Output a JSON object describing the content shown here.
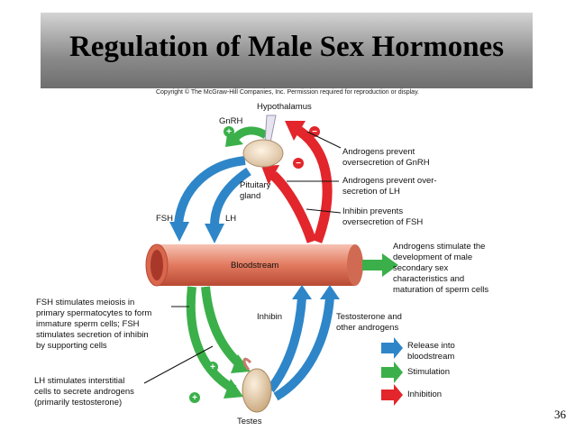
{
  "slide": {
    "title": "Regulation of Male Sex Hormones",
    "copyright": "Copyright © The McGraw-Hill Companies, Inc. Permission required for reproduction or display.",
    "page_number": "36"
  },
  "diagram": {
    "hypothalamus": "Hypothalamus",
    "gnrh": "GnRH",
    "pituitary_line1": "Pituitary",
    "pituitary_line2": "gland",
    "fsh": "FSH",
    "lh": "LH",
    "bloodstream": "Bloodstream",
    "inhibin": "Inhibin",
    "testosterone_line1": "Testosterone and",
    "testosterone_line2": "other androgens",
    "testes": "Testes",
    "plus_sign": "+",
    "minus_sign": "−",
    "androgens_gnrh_line1": "Androgens prevent",
    "androgens_gnrh_line2": "oversecretion of GnRH",
    "androgens_lh_line1": "Androgens prevent over-",
    "androgens_lh_line2": "secretion of LH",
    "inhibin_fsh_line1": "Inhibin prevents",
    "inhibin_fsh_line2": "oversecretion of FSH",
    "androgens_dev_lines": [
      "Androgens stimulate the",
      "development of male",
      "secondary sex",
      "characteristics and",
      "maturation of sperm cells"
    ],
    "fsh_note_lines": [
      "FSH stimulates meiosis in",
      "primary spermatocytes to form",
      "immature sperm cells; FSH",
      "stimulates secretion of inhibin",
      "by supporting cells"
    ],
    "lh_note_lines": [
      "LH stimulates interstitial",
      "cells to secrete androgens",
      "(primarily testosterone)"
    ]
  },
  "legend": {
    "release_line1": "Release into",
    "release_line2": "bloodstream",
    "stimulation": "Stimulation",
    "inhibition": "Inhibition",
    "colors": {
      "release": "#2e86c8",
      "stimulation": "#3bb04a",
      "inhibition": "#e2262b"
    }
  }
}
